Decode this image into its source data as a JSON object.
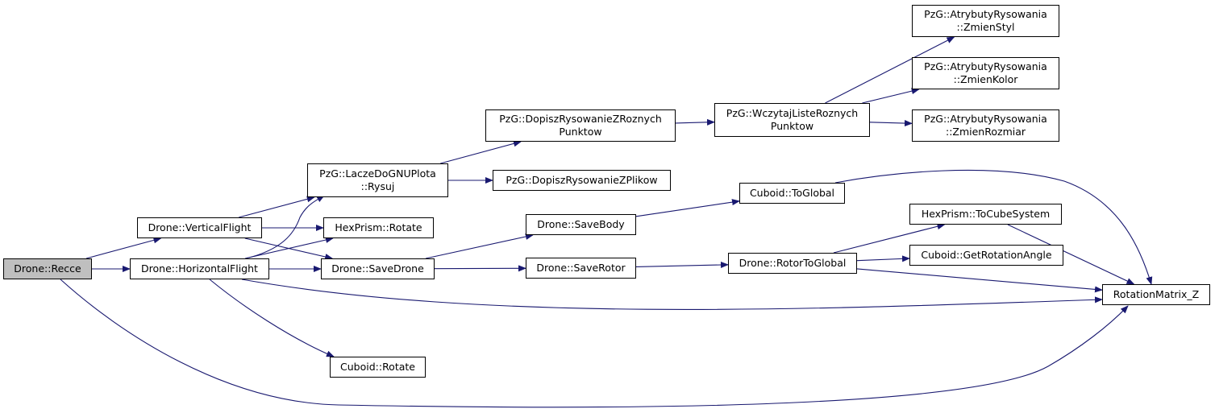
{
  "graph": {
    "edge_color": "#191970",
    "node_border_color": "#000000",
    "root_fill_color": "#bfbfbf",
    "nodes": [
      {
        "id": "recce",
        "lines": [
          "Drone::Recce"
        ],
        "root": true
      },
      {
        "id": "vertical",
        "lines": [
          "Drone::VerticalFlight"
        ]
      },
      {
        "id": "horizontal",
        "lines": [
          "Drone::HorizontalFlight"
        ]
      },
      {
        "id": "rysuj",
        "lines": [
          "PzG::LaczeDoGNUPlota",
          "::Rysuj"
        ]
      },
      {
        "id": "hexrotate",
        "lines": [
          "HexPrism::Rotate"
        ]
      },
      {
        "id": "savedrone",
        "lines": [
          "Drone::SaveDrone"
        ]
      },
      {
        "id": "cuboidrotate",
        "lines": [
          "Cuboid::Rotate"
        ]
      },
      {
        "id": "dopiszroznych",
        "lines": [
          "PzG::DopiszRysowanieZRoznych",
          "Punktow"
        ]
      },
      {
        "id": "dopiszplikow",
        "lines": [
          "PzG::DopiszRysowanieZPlikow"
        ]
      },
      {
        "id": "savebody",
        "lines": [
          "Drone::SaveBody"
        ]
      },
      {
        "id": "saverotor",
        "lines": [
          "Drone::SaveRotor"
        ]
      },
      {
        "id": "wczytaj",
        "lines": [
          "PzG::WczytajListeRoznych",
          "Punktow"
        ]
      },
      {
        "id": "toglobal",
        "lines": [
          "Cuboid::ToGlobal"
        ]
      },
      {
        "id": "rotortoglobal",
        "lines": [
          "Drone::RotorToGlobal"
        ]
      },
      {
        "id": "zmienstyl",
        "lines": [
          "PzG::AtrybutyRysowania",
          "::ZmienStyl"
        ]
      },
      {
        "id": "zmienkolor",
        "lines": [
          "PzG::AtrybutyRysowania",
          "::ZmienKolor"
        ]
      },
      {
        "id": "zmienrozmiar",
        "lines": [
          "PzG::AtrybutyRysowania",
          "::ZmienRozmiar"
        ]
      },
      {
        "id": "tocube",
        "lines": [
          "HexPrism::ToCubeSystem"
        ]
      },
      {
        "id": "getangle",
        "lines": [
          "Cuboid::GetRotationAngle"
        ]
      },
      {
        "id": "rotz",
        "lines": [
          "RotationMatrix_Z"
        ]
      }
    ],
    "edges": [
      {
        "from": "recce",
        "to": "vertical"
      },
      {
        "from": "recce",
        "to": "horizontal"
      },
      {
        "from": "recce",
        "to": "rotz"
      },
      {
        "from": "vertical",
        "to": "rysuj"
      },
      {
        "from": "vertical",
        "to": "hexrotate"
      },
      {
        "from": "vertical",
        "to": "savedrone"
      },
      {
        "from": "horizontal",
        "to": "rysuj"
      },
      {
        "from": "horizontal",
        "to": "hexrotate"
      },
      {
        "from": "horizontal",
        "to": "savedrone"
      },
      {
        "from": "horizontal",
        "to": "cuboidrotate"
      },
      {
        "from": "horizontal",
        "to": "rotz"
      },
      {
        "from": "rysuj",
        "to": "dopiszroznych"
      },
      {
        "from": "rysuj",
        "to": "dopiszplikow"
      },
      {
        "from": "dopiszroznych",
        "to": "wczytaj"
      },
      {
        "from": "wczytaj",
        "to": "zmienstyl"
      },
      {
        "from": "wczytaj",
        "to": "zmienkolor"
      },
      {
        "from": "wczytaj",
        "to": "zmienrozmiar"
      },
      {
        "from": "savedrone",
        "to": "savebody"
      },
      {
        "from": "savedrone",
        "to": "saverotor"
      },
      {
        "from": "savebody",
        "to": "toglobal"
      },
      {
        "from": "toglobal",
        "to": "rotz"
      },
      {
        "from": "saverotor",
        "to": "rotortoglobal"
      },
      {
        "from": "rotortoglobal",
        "to": "tocube"
      },
      {
        "from": "rotortoglobal",
        "to": "getangle"
      },
      {
        "from": "rotortoglobal",
        "to": "rotz"
      },
      {
        "from": "tocube",
        "to": "rotz"
      }
    ]
  }
}
